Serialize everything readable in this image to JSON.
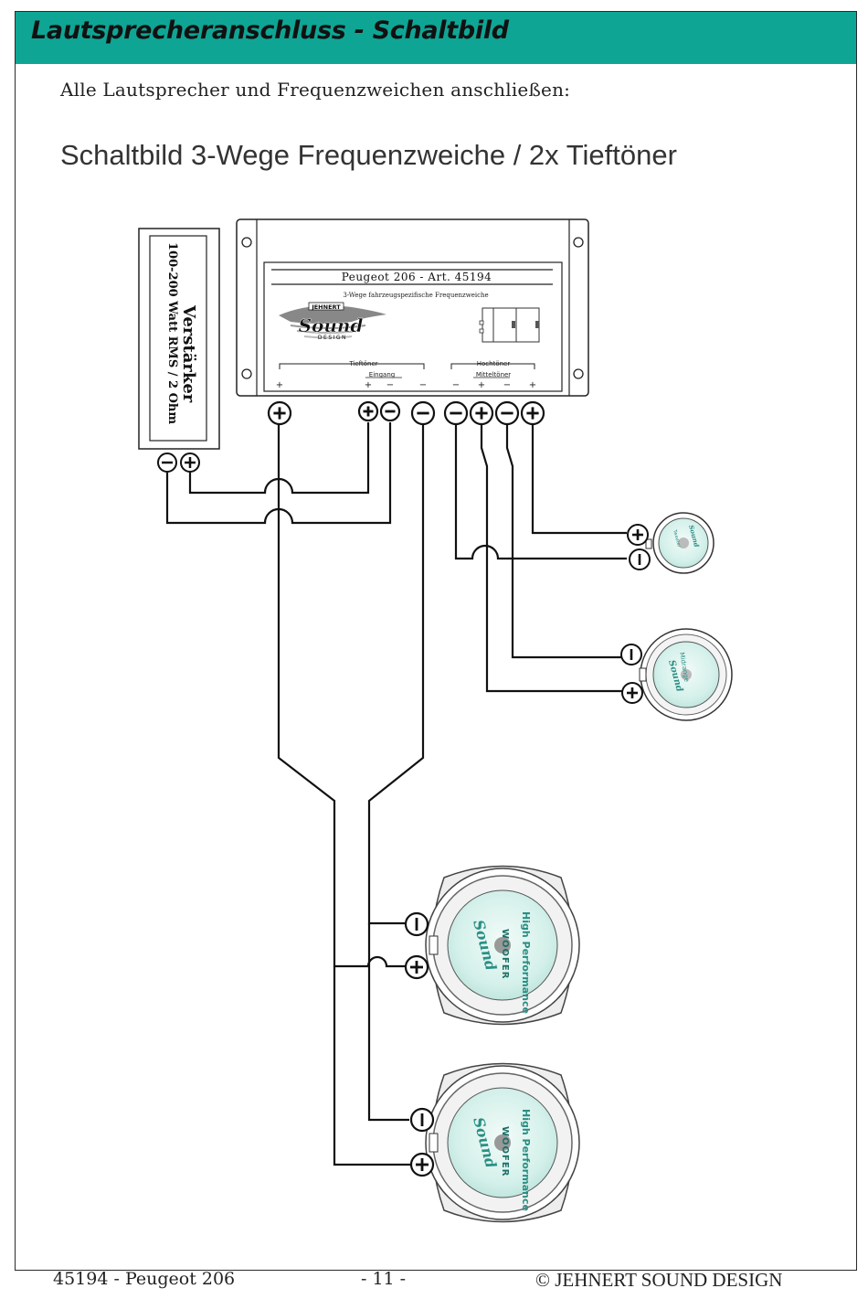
{
  "header": {
    "title": "Lautsprecheranschluss - Schaltbild"
  },
  "intro": "Alle Lautsprecher und Frequenzweichen anschließen:",
  "subtitle": "Schaltbild 3-Wege Frequenzweiche / 2x Tieftöner",
  "amplifier": {
    "title": "Verstärker",
    "spec": "100-200 Watt RMS / 2 Ohm",
    "terminal_minus": "−",
    "terminal_plus": "+"
  },
  "crossover": {
    "title": "Peugeot 206 - Art. 45194",
    "description": "3-Wege fahrzeugspezifische Frequenzweiche",
    "brand_top": "JEHNERT",
    "brand_main": "Sound",
    "brand_bottom": "DESIGN",
    "group_tieftoener": "Tieftöner",
    "group_eingang": "Eingang",
    "group_hochtoener": "Hochtöner",
    "group_mitteltoener": "Mitteltöner",
    "terminals": [
      "+",
      "+",
      "−",
      "−",
      "−",
      "+",
      "−",
      "+"
    ]
  },
  "speakers": {
    "tweeter_label": "Tweeter",
    "midrange_label": "Midrange",
    "woofer_label": "WOOFER",
    "woofer_ring": "High Performance",
    "brand": "Sound"
  },
  "footer": {
    "left": "45194 - Peugeot 206",
    "center": "- 11 -",
    "right": "© JEHNERT SOUND DESIGN"
  },
  "colors": {
    "accent": "#0fa595",
    "speaker_tint": "#d4f0ea"
  }
}
